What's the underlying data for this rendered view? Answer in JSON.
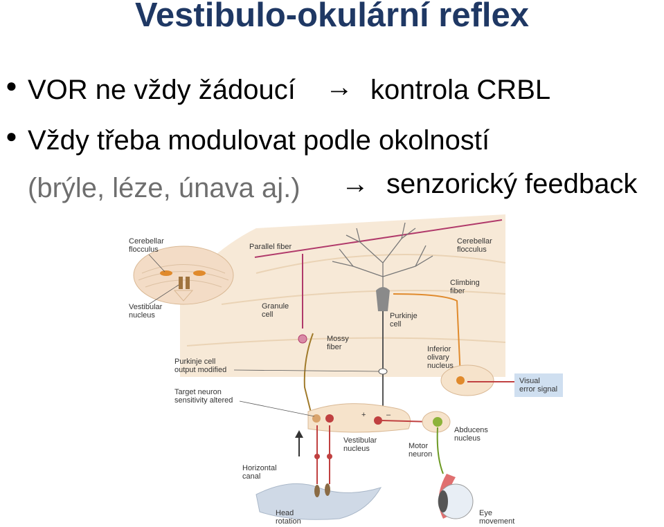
{
  "title": "Vestibulo-okulární reflex",
  "bullets": [
    {
      "text": "VOR ne vždy žádoucí",
      "arrow": "→",
      "tail": "kontrola CRBL"
    },
    {
      "text": "Vždy třeba modulovat podle okolností"
    }
  ],
  "subline": {
    "text": "(brýle, léze, únava aj.)",
    "arrow": "→",
    "tail": "senzorický feedback"
  },
  "diagram": {
    "labels": {
      "cerebellar_flocculus_inset": [
        "Cerebellar",
        "flocculus"
      ],
      "vestibular_nucleus_inset": [
        "Vestibular",
        "nucleus"
      ],
      "parallel_fiber": "Parallel fiber",
      "cerebellar_flocculus": [
        "Cerebellar",
        "flocculus"
      ],
      "climbing_fiber": [
        "Climbing",
        "fiber"
      ],
      "granule_cell": [
        "Granule",
        "cell"
      ],
      "purkinje_cell": [
        "Purkinje",
        "cell"
      ],
      "mossy_fiber": [
        "Mossy",
        "fiber"
      ],
      "inferior_olivary_nucleus": [
        "Inferior",
        "olivary",
        "nucleus"
      ],
      "purkinje_output": [
        "Purkinje cell",
        "output modified"
      ],
      "target_neuron": [
        "Target neuron",
        "sensitivity altered"
      ],
      "visual_error_signal": [
        "Visual",
        "error signal"
      ],
      "vestibular_nucleus": [
        "Vestibular",
        "nucleus"
      ],
      "motor_neuron": [
        "Motor",
        "neuron"
      ],
      "abducens_nucleus": [
        "Abducens",
        "nucleus"
      ],
      "horizontal_canal": [
        "Horizontal",
        "canal"
      ],
      "head_rotation": [
        "Head",
        "rotation"
      ],
      "eye_movement": [
        "Eye",
        "movement"
      ],
      "plus": "+",
      "minus": "–"
    }
  }
}
